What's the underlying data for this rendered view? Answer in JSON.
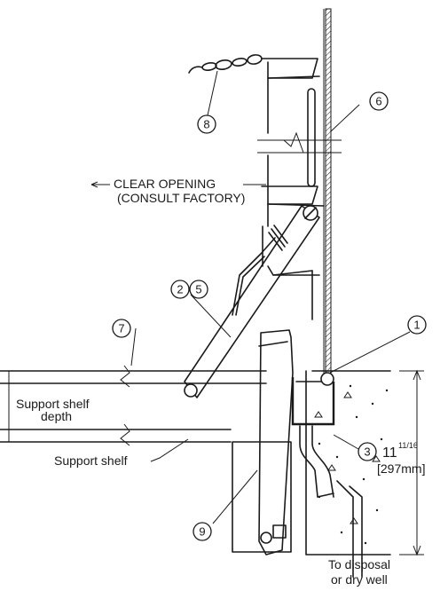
{
  "labels": {
    "clear_opening_line1": "CLEAR OPENING",
    "clear_opening_line2": "(CONSULT FACTORY)",
    "support_depth_line1": "Support shelf",
    "support_depth_line2": "depth",
    "support_shelf": "Support shelf",
    "dimension_main": "11",
    "dimension_fraction": "11/16",
    "dimension_metric": "[297mm]",
    "disposal_line1": "To disposal",
    "disposal_line2": "or dry well"
  },
  "callouts": [
    "1",
    "2",
    "3",
    "5",
    "6",
    "7",
    "8",
    "9"
  ]
}
